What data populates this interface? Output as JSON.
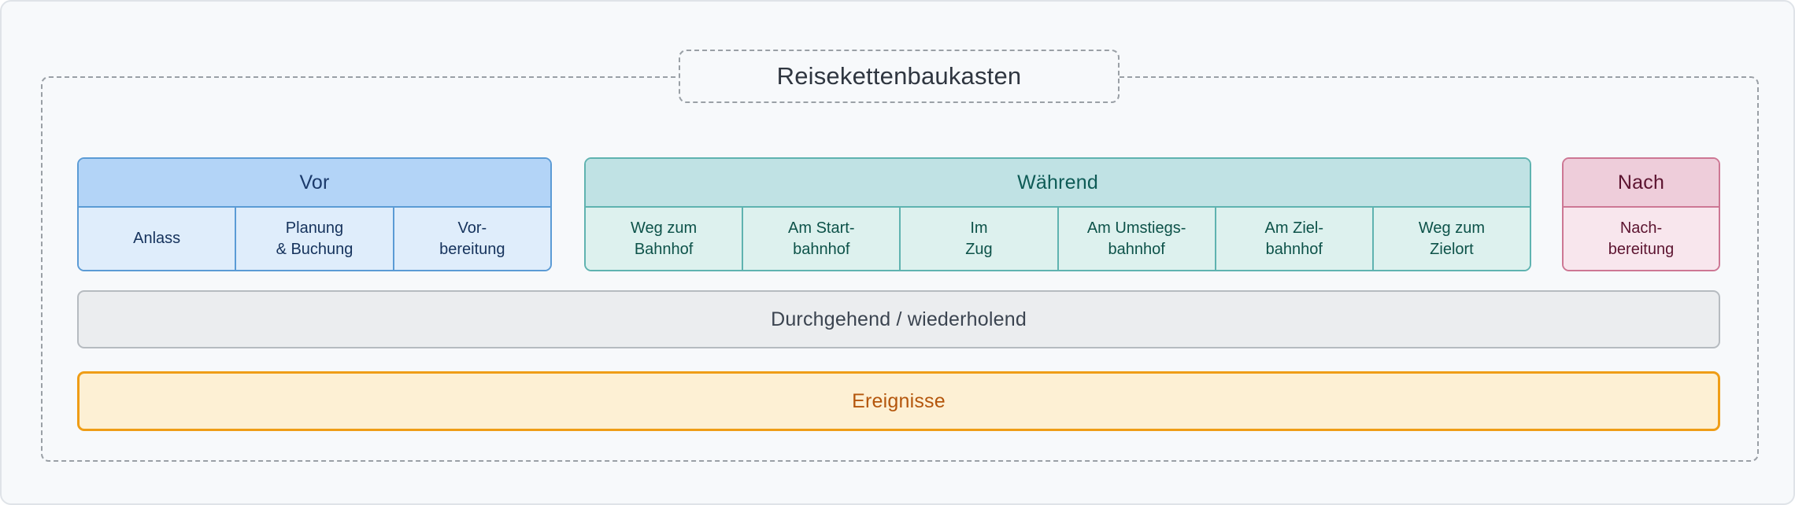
{
  "diagram": {
    "title": "Reisekettenbaukasten",
    "phases": [
      {
        "id": "vor",
        "label": "Vor",
        "color_fill": "#b3d4f7",
        "color_border": "#5b9bd5",
        "cells": [
          {
            "label": "Anlass"
          },
          {
            "label": "Planung\n& Buchung"
          },
          {
            "label": "Vor-\nbereitung"
          }
        ]
      },
      {
        "id": "waehrend",
        "label": "Während",
        "color_fill": "#c0e2e4",
        "color_border": "#5fb3b0",
        "cells": [
          {
            "label": "Weg zum\nBahnhof"
          },
          {
            "label": "Am Start-\nbahnhof"
          },
          {
            "label": "Im\nZug"
          },
          {
            "label": "Am Umstiegs-\nbahnhof"
          },
          {
            "label": "Am Ziel-\nbahnhof"
          },
          {
            "label": "Weg zum\nZielort"
          }
        ]
      },
      {
        "id": "nach",
        "label": "Nach",
        "color_fill": "#eecdda",
        "color_border": "#cd7794",
        "cells": [
          {
            "label": "Nach-\nbereitung"
          }
        ]
      }
    ],
    "bars": [
      {
        "id": "durchgehend",
        "label": "Durchgehend / wiederholend",
        "color_fill": "#ebedef",
        "color_border": "#b6bbc0"
      },
      {
        "id": "ereignisse",
        "label": "Ereignisse",
        "color_fill": "#fdf0d4",
        "color_border": "#ef9d16"
      }
    ]
  }
}
